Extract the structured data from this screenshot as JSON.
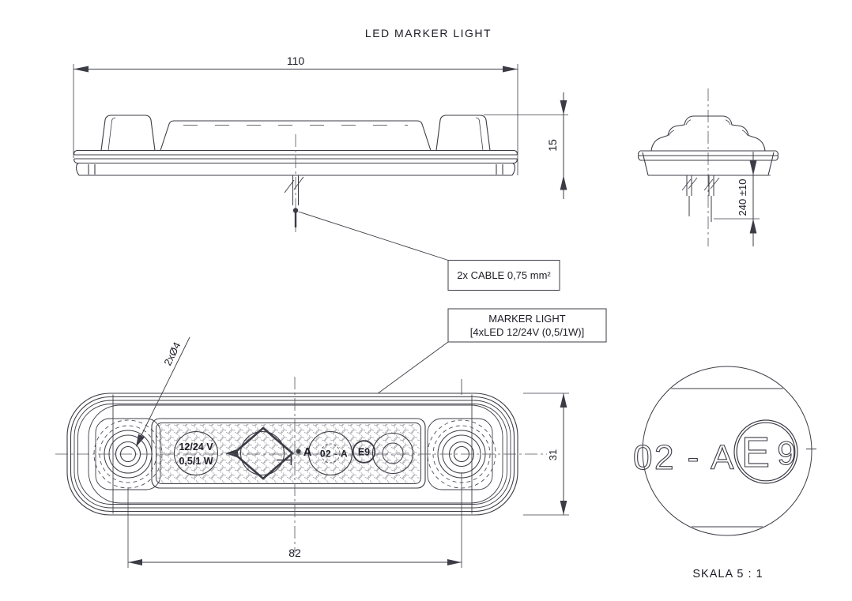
{
  "title": "LED MARKER LIGHT",
  "colors": {
    "line": "#3c3c46",
    "text": "#1d1d27",
    "background": "#ffffff"
  },
  "side_view": {
    "dim_width": "110",
    "dim_height": "15"
  },
  "end_view": {
    "dim_cable_length": "240 ±10"
  },
  "callouts": {
    "cable_note": "2x CABLE 0,75 mm²",
    "marker_note_line1": "MARKER LIGHT",
    "marker_note_line2": "[4xLED 12/24V (0,5/1W)]"
  },
  "front_view": {
    "dim_hole_spacing": "82",
    "dim_height": "31",
    "holes_label": "2xØ4",
    "lens_markings": {
      "voltage": "12/24 V",
      "power": "0,5/1 W",
      "letter_a": "A",
      "type_code": "02 - A",
      "e_mark": "E9"
    }
  },
  "detail_view": {
    "type_code": "02 - A",
    "e_mark_letter": "E",
    "e_mark_number": "9",
    "scale_label": "SKALA 5 : 1"
  }
}
